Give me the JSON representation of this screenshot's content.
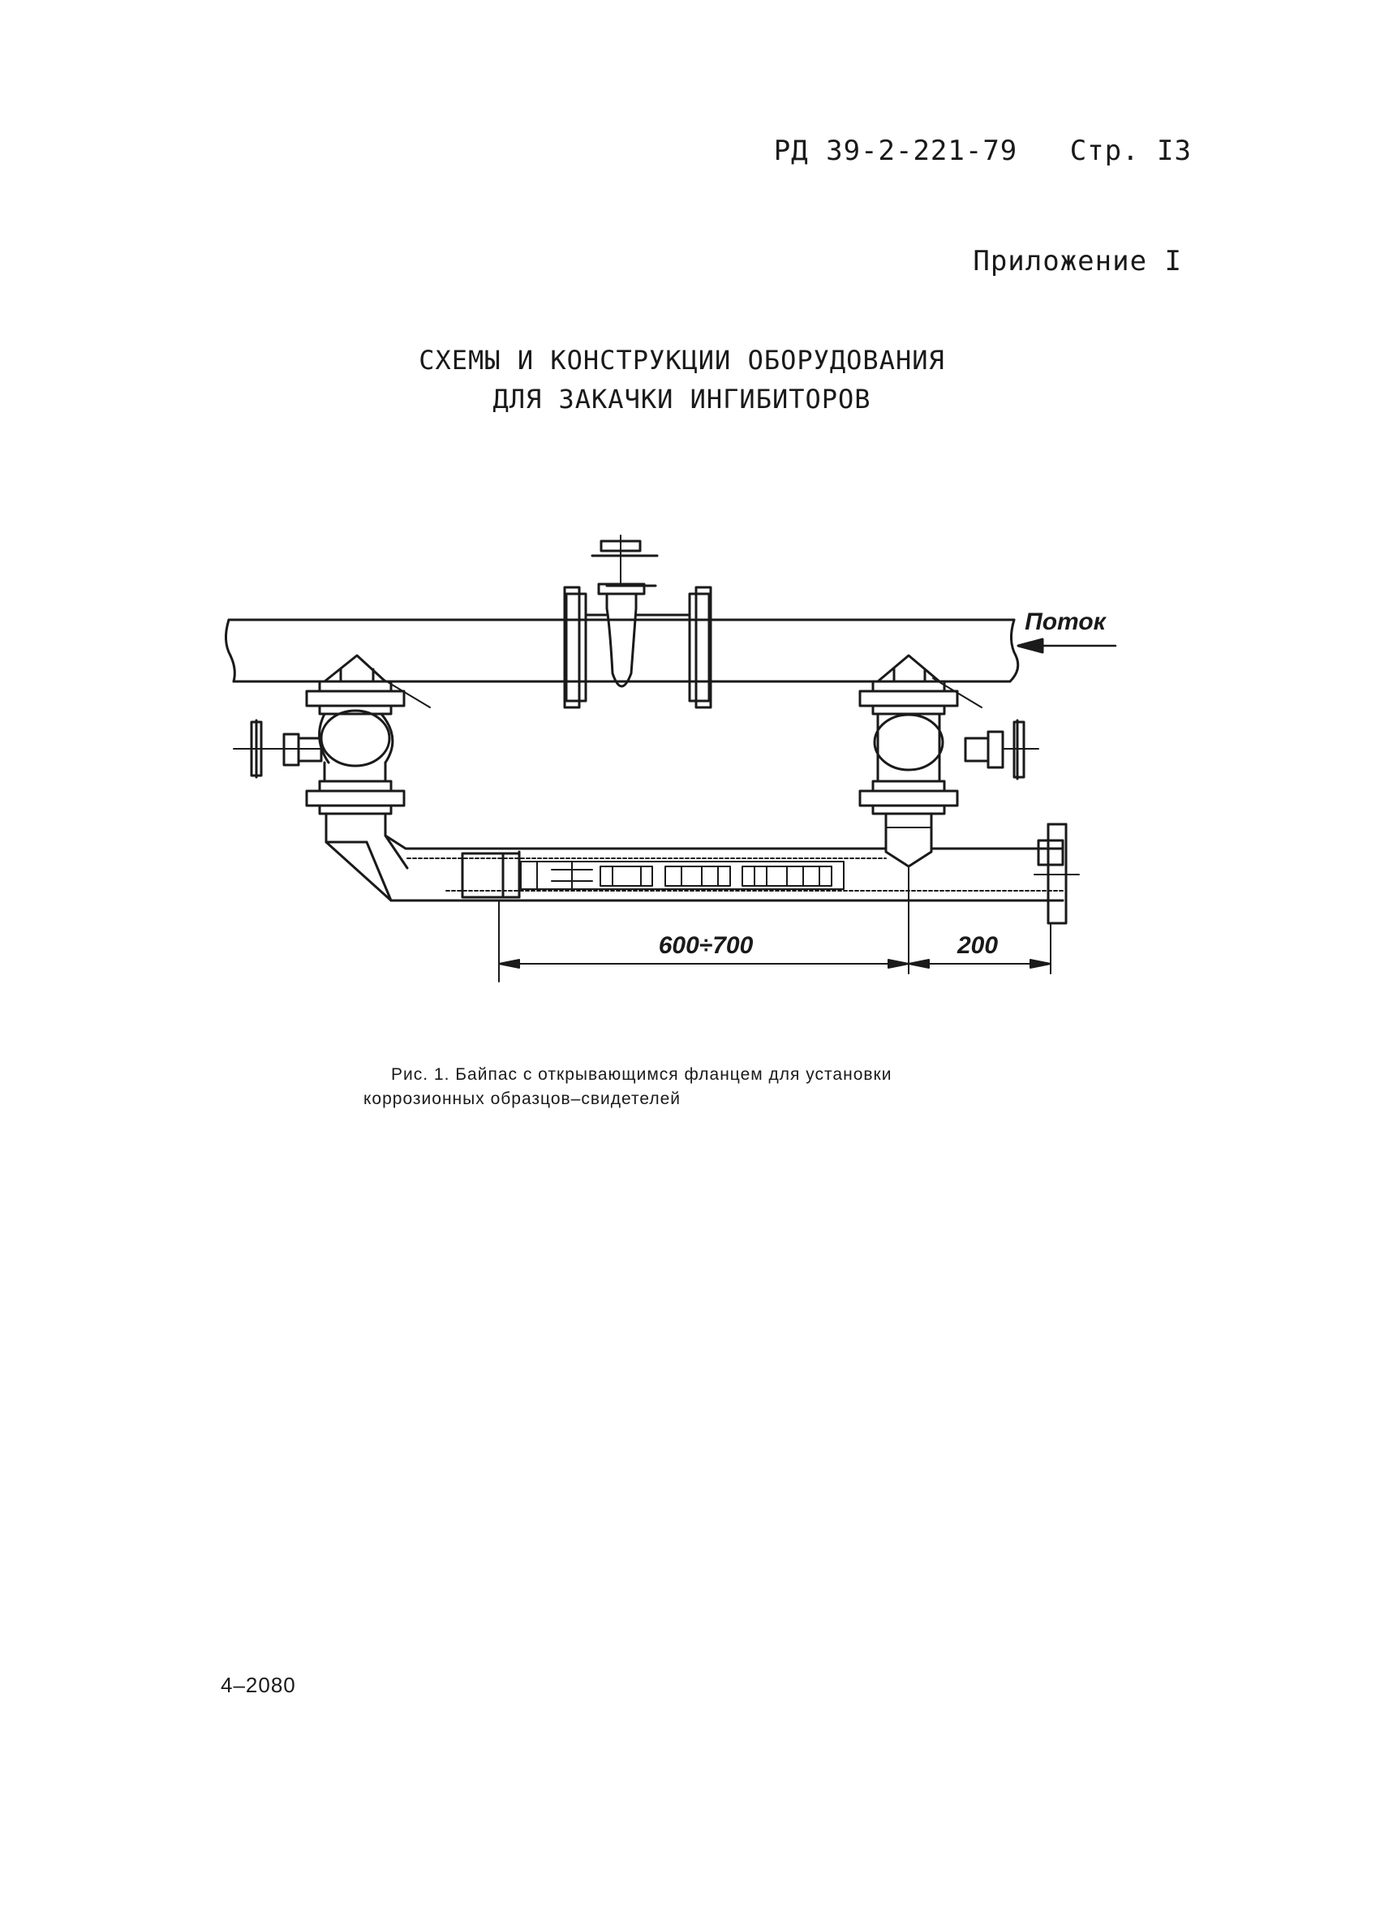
{
  "document": {
    "code": "РД 39-2-221-79",
    "page_label": "Стр. I3",
    "appendix": "Приложение I",
    "title_line1": "СХЕМЫ И КОНСТРУКЦИИ ОБОРУДОВАНИЯ",
    "title_line2": "ДЛЯ ЗАКАЧКИ ИНГИБИТОРОВ",
    "figure": {
      "flow_label": "Поток",
      "dim_1": "600÷700",
      "dim_2": "200",
      "caption_line1": "Рис. 1. Байпас с открывающимся фланцем для установки",
      "caption_line2": "коррозионных образцов–свидетелей"
    },
    "footer_code": "4–2080"
  }
}
